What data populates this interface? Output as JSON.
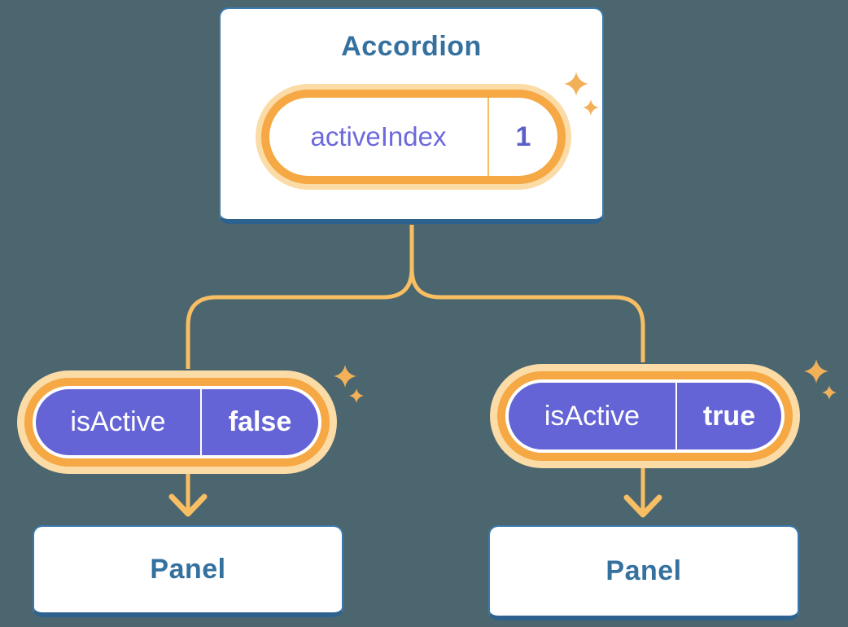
{
  "diagram": {
    "accordion": {
      "title": "Accordion",
      "state": {
        "name": "activeIndex",
        "value": "1"
      }
    },
    "panels": [
      {
        "prop": {
          "name": "isActive",
          "value": "false"
        },
        "label": "Panel"
      },
      {
        "prop": {
          "name": "isActive",
          "value": "true"
        },
        "label": "Panel"
      }
    ],
    "icons": {
      "sparkle": "four-point-star"
    },
    "colors": {
      "background": "#4C666F",
      "card_fill": "#FFFFFF",
      "card_border": "#3C78AC",
      "card_border_bottom": "#2D628F",
      "heading_text": "#35719F",
      "state_name_text": "#6C69DC",
      "state_value_text": "#5A5FC8",
      "prop_pill_fill": "#6464D6",
      "prop_pill_text": "#FFFFFF",
      "ring_amber": "#F5A843",
      "ring_halo": "#FBDBA6",
      "connector_line": "#F8BE63",
      "sparkle": "#F2B159"
    }
  }
}
